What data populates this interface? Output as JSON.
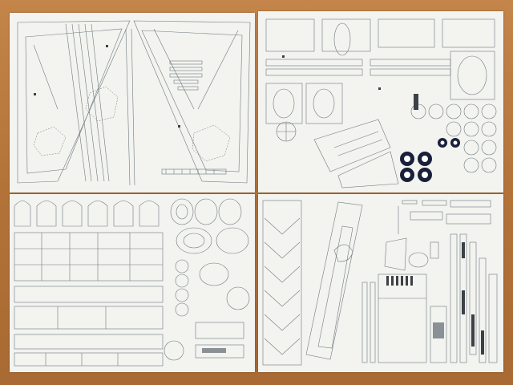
{
  "scene": {
    "description_tag": "paper-model-cutout-sheets",
    "background_color": "#b87a3e",
    "sheet_color": "#f3f3ef",
    "line_color": "#6f7a80",
    "roundel_colors": [
      "#1a1f3a",
      "#ffffff"
    ]
  },
  "sheets": [
    {
      "id": "sheet-top-left",
      "content": "wing-and-fuselage-parts"
    },
    {
      "id": "sheet-top-right",
      "content": "frames-ribs-wheels-roundels"
    },
    {
      "id": "sheet-bottom-left",
      "content": "formers-and-panels"
    },
    {
      "id": "sheet-bottom-right",
      "content": "tail-and-small-parts"
    }
  ]
}
